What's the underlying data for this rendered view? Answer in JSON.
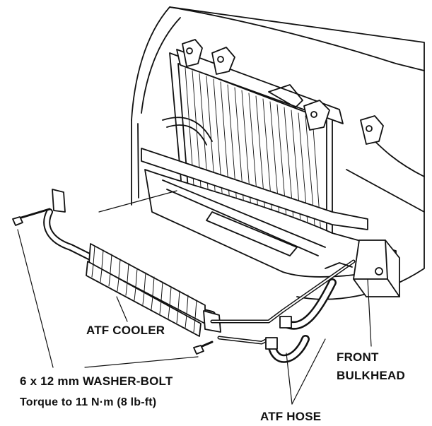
{
  "labels": {
    "atf_cooler": "ATF COOLER",
    "washer_bolt": "6 x 12 mm WASHER-BOLT",
    "torque": "Torque to 11 N·m (8 lb-ft)",
    "front_bulkhead_line1": "FRONT",
    "front_bulkhead_line2": "BULKHEAD",
    "atf_hose": "ATF HOSE"
  },
  "colors": {
    "line": "#111111",
    "fill": "#ffffff",
    "shade": "#d9d9d9"
  }
}
